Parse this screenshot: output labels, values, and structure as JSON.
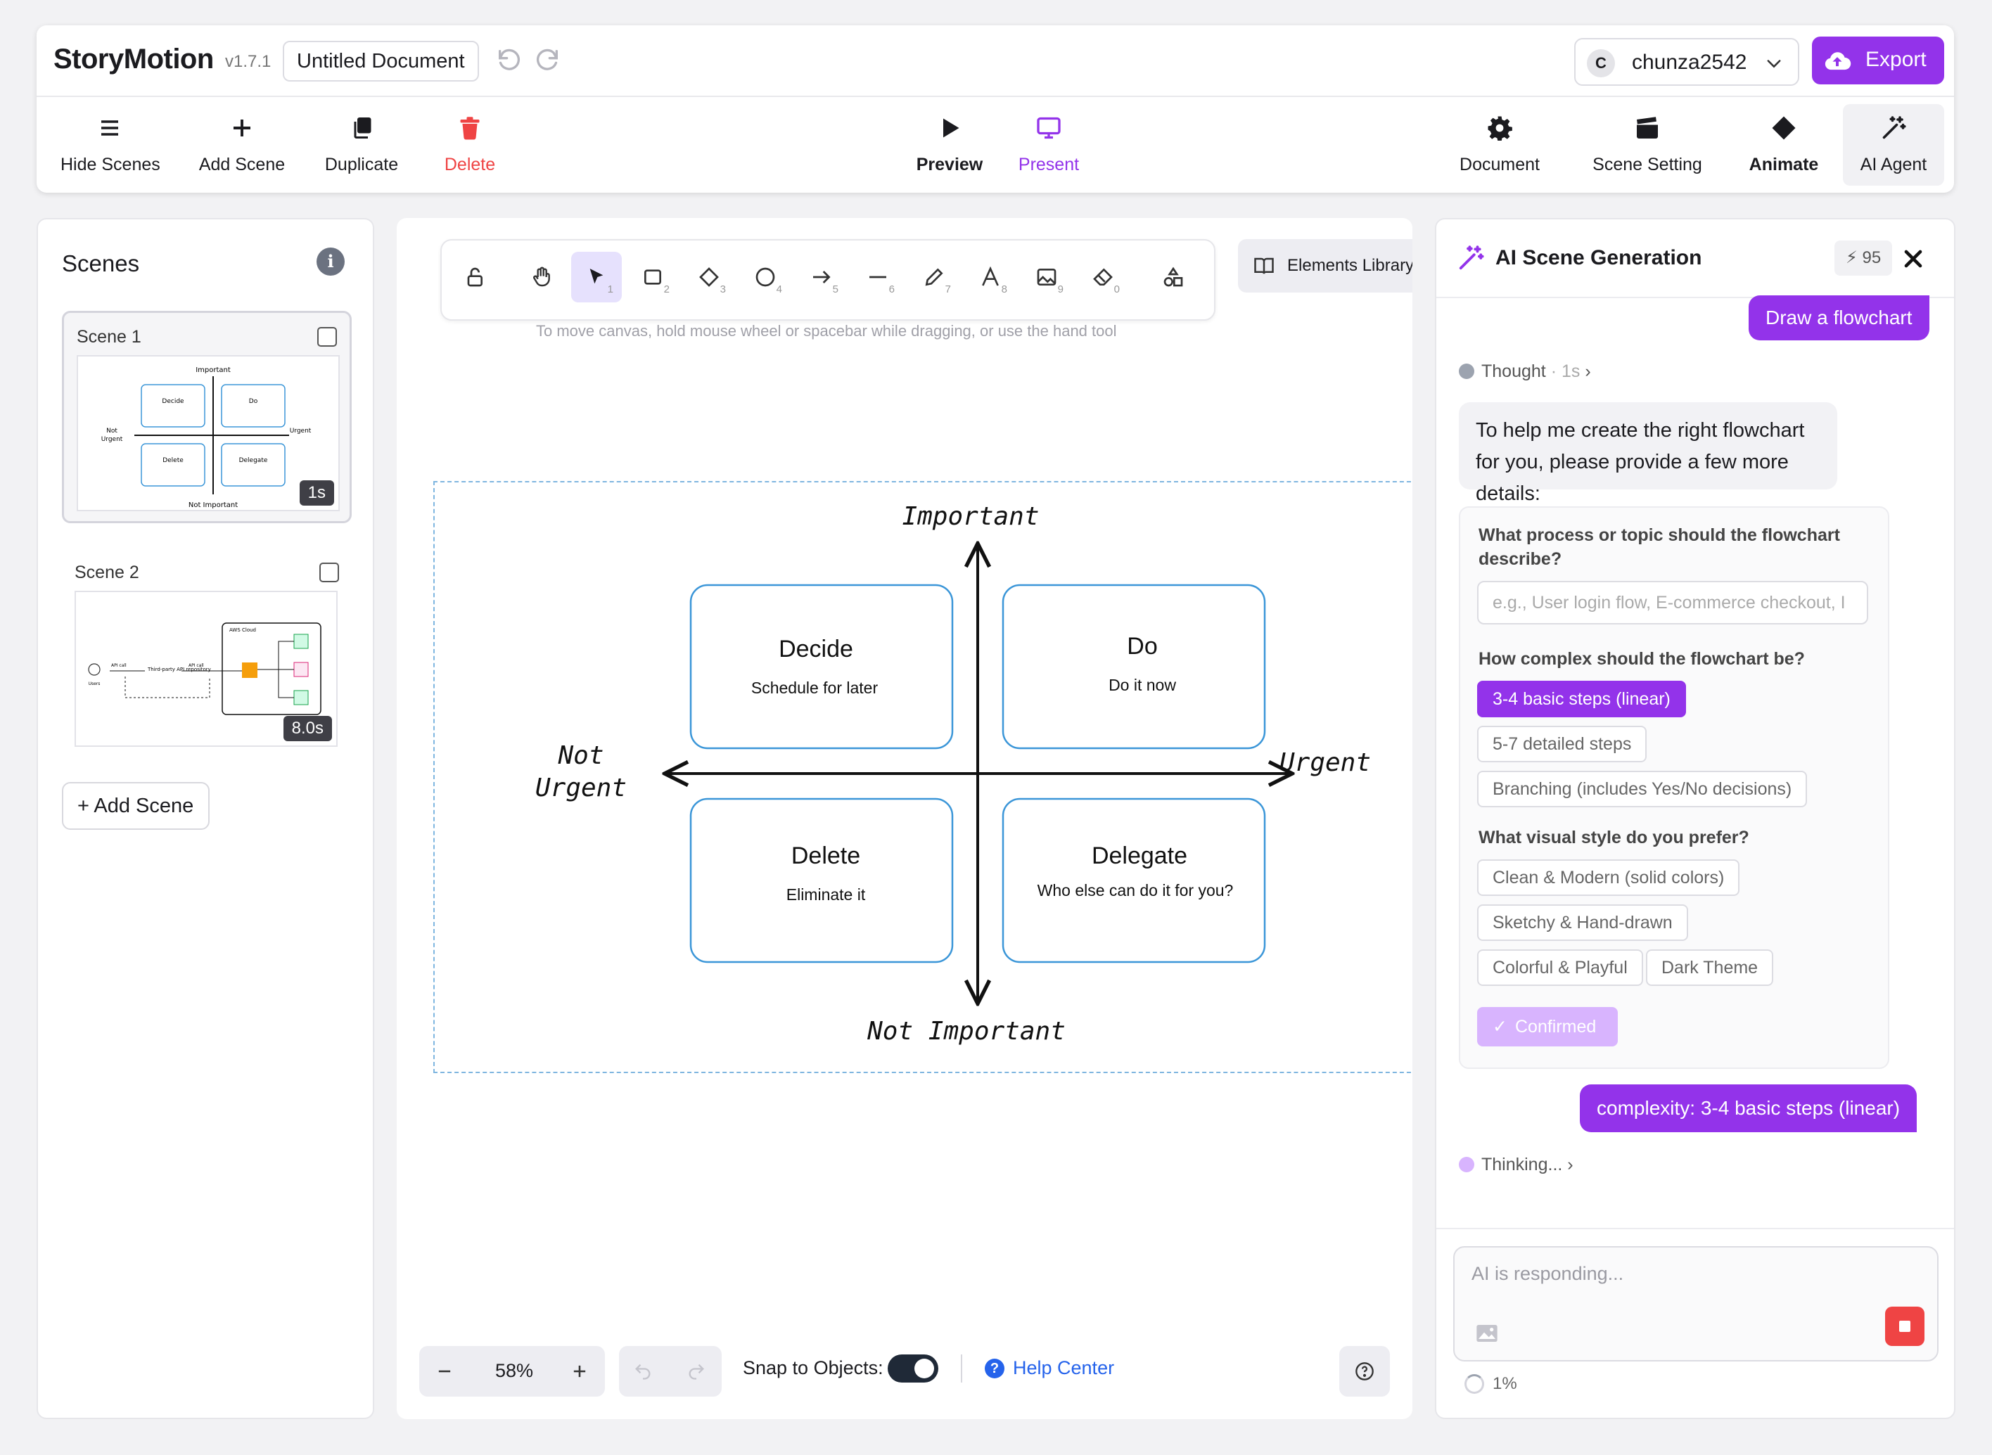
{
  "app": {
    "name": "StoryMotion",
    "version": "v1.7.1",
    "document_name": "Untitled Document"
  },
  "user": {
    "initial": "C",
    "name": "chunza2542"
  },
  "export_label": "Export",
  "toolbar": {
    "left": [
      {
        "label": "Hide Scenes",
        "icon": "menu-icon"
      },
      {
        "label": "Add Scene",
        "icon": "plus-icon"
      },
      {
        "label": "Duplicate",
        "icon": "copy-icon"
      },
      {
        "label": "Delete",
        "icon": "trash-icon"
      }
    ],
    "center": [
      {
        "label": "Preview",
        "icon": "play-icon"
      },
      {
        "label": "Present",
        "icon": "monitor-icon"
      }
    ],
    "right": [
      {
        "label": "Document",
        "icon": "gear-icon"
      },
      {
        "label": "Scene Setting",
        "icon": "clapper-icon"
      },
      {
        "label": "Animate",
        "icon": "diamond-icon"
      },
      {
        "label": "AI Agent",
        "icon": "magic-wand-icon"
      }
    ]
  },
  "colors": {
    "accent": "#9333ea",
    "danger": "#ef4444",
    "selection": "#e6e1fd",
    "canvas_frame": "#7fb6e0",
    "box_stroke": "#3b96d8"
  },
  "scenes": {
    "title": "Scenes",
    "items": [
      {
        "name": "Scene 1",
        "duration": "1s",
        "selected": true
      },
      {
        "name": "Scene 2",
        "duration": "8.0s",
        "selected": false
      }
    ],
    "add_label": "+ Add Scene"
  },
  "canvas": {
    "tools": [
      {
        "icon": "lock-icon",
        "key": ""
      },
      {
        "icon": "hand-icon",
        "key": ""
      },
      {
        "icon": "pointer-icon",
        "key": "1"
      },
      {
        "icon": "rectangle-icon",
        "key": "2"
      },
      {
        "icon": "diamond-icon",
        "key": "3"
      },
      {
        "icon": "ellipse-icon",
        "key": "4"
      },
      {
        "icon": "arrow-icon",
        "key": "5"
      },
      {
        "icon": "line-icon",
        "key": "6"
      },
      {
        "icon": "pencil-icon",
        "key": "7"
      },
      {
        "icon": "text-icon",
        "key": "8"
      },
      {
        "icon": "image-icon",
        "key": "9"
      },
      {
        "icon": "eraser-icon",
        "key": "0"
      },
      {
        "icon": "shapes-icon",
        "key": ""
      }
    ],
    "elements_library": "Elements Library",
    "hint": "To move canvas, hold mouse wheel or spacebar while dragging, or use the hand tool",
    "matrix": {
      "top": "Important",
      "bottom": "Not Important",
      "left": "Not Urgent",
      "right": "Urgent",
      "quadrants": [
        {
          "title": "Decide",
          "sub": "Schedule for later"
        },
        {
          "title": "Do",
          "sub": "Do it now"
        },
        {
          "title": "Delete",
          "sub": "Eliminate it"
        },
        {
          "title": "Delegate",
          "sub": "Who else can do it for you?"
        }
      ]
    },
    "scene2_thumb": {
      "group": "AWS Cloud",
      "labels": [
        "Users",
        "API call",
        "Third-party API repository",
        "API call"
      ]
    },
    "zoom": "58%",
    "snap_label": "Snap to Objects:",
    "snap_on": true,
    "help_label": "Help Center"
  },
  "ai": {
    "title": "AI Scene Generation",
    "credits": "95",
    "user_msg_1": "Draw a flowchart",
    "thought_label": "Thought",
    "thought_time": "· 1s",
    "ai_msg": "To help me create the right flowchart for you, please provide a few more details:",
    "q1": "What process or topic should the flowchart describe?",
    "q1_placeholder": "e.g., User login flow, E-commerce checkout, I",
    "q2": "How complex should the flowchart be?",
    "q2_options": [
      "3-4 basic steps (linear)",
      "5-7 detailed steps",
      "Branching (includes Yes/No decisions)"
    ],
    "q3": "What visual style do you prefer?",
    "q3_options": [
      "Clean & Modern (solid colors)",
      "Sketchy & Hand-drawn",
      "Colorful & Playful",
      "Dark Theme"
    ],
    "confirmed": "Confirmed",
    "user_msg_2": "complexity: 3-4 basic steps (linear)",
    "thinking": "Thinking...",
    "chat_placeholder": "AI is responding...",
    "progress": "1%"
  }
}
